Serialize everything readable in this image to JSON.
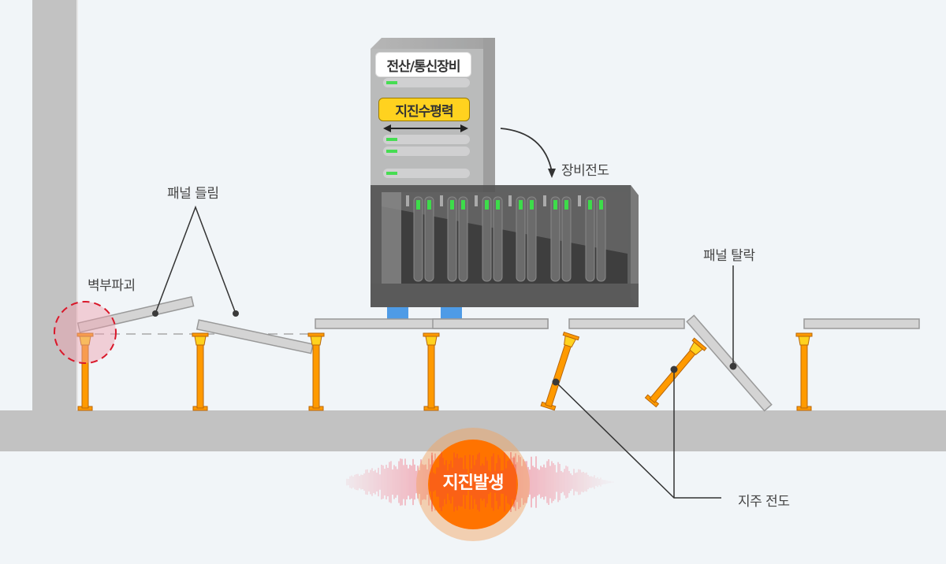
{
  "diagram": {
    "title_equipment": "전산/통신장비",
    "force_label": "지진수평력",
    "labels": {
      "equipment_overturn": "장비전도",
      "panel_lift": "패널 들림",
      "wall_damage": "벽부파괴",
      "panel_dislodge": "패널 탈락",
      "support_overturn": "지주 전도",
      "earthquake": "지진발생"
    },
    "colors": {
      "background": "#f1f5f8",
      "concrete": "#c2c2c2",
      "pedestal": "#ff9a00",
      "pedestal_head": "#ffd21f",
      "panel": "#d4d4d4",
      "equipment_pad": "#4e9be6",
      "quake_core": "#ff7300",
      "quake_wave": "#f05a6e",
      "damage_circle": "#d9182a",
      "led": "#3ddc4a"
    }
  }
}
